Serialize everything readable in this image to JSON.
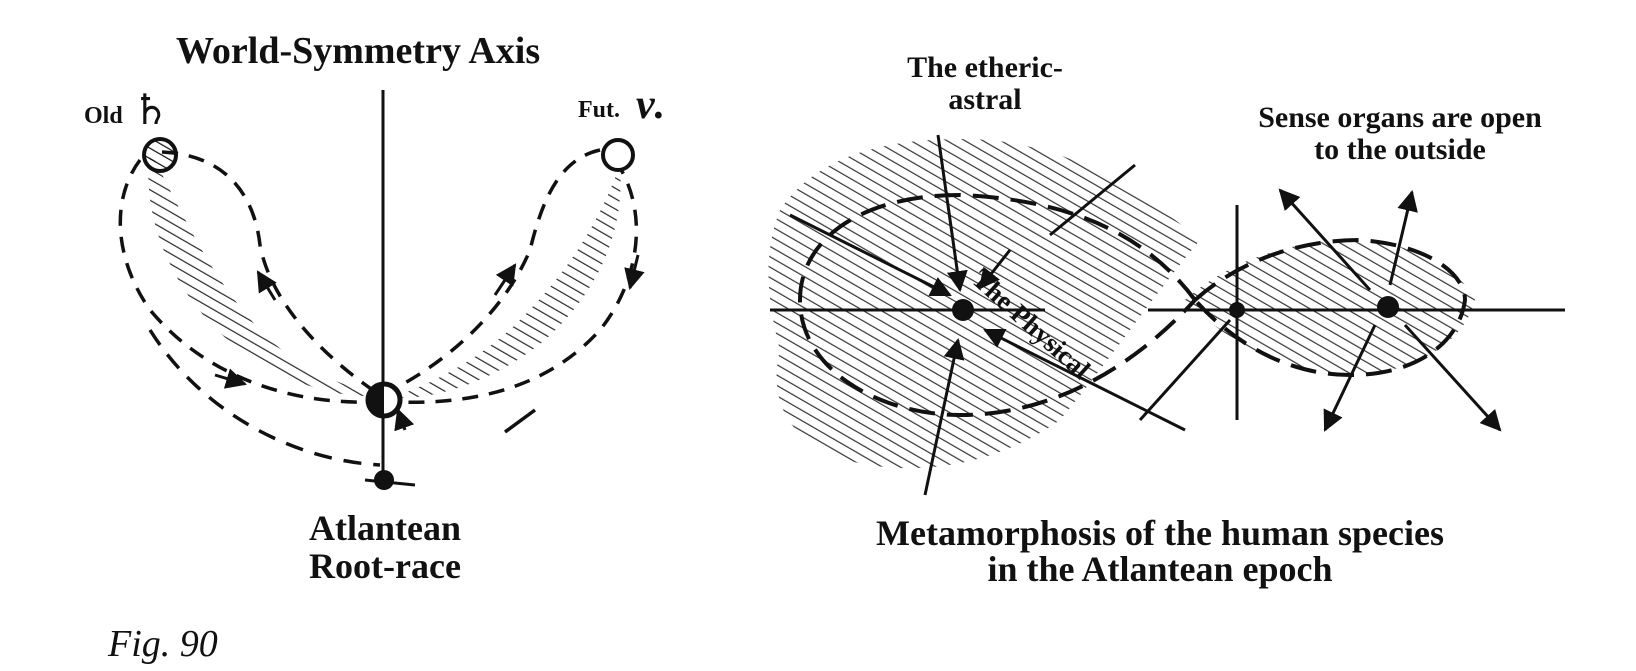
{
  "left_diagram": {
    "axis_title": "World-Symmetry Axis",
    "old_label": "Old",
    "old_symbol": "♄",
    "future_label": "Fut.",
    "future_symbol": "ν.",
    "bottom_line1": "Atlantean",
    "bottom_line2": "Root-race"
  },
  "right_diagram": {
    "etheric_line1": "The etheric-",
    "etheric_line2": "astral",
    "physical_label": "The Physical",
    "sense_line1": "Sense organs are open",
    "sense_line2": "to the outside",
    "caption_line1": "Metamorphosis of the human species",
    "caption_line2": "in the Atlantean epoch"
  },
  "figure_label": "Fig. 90"
}
